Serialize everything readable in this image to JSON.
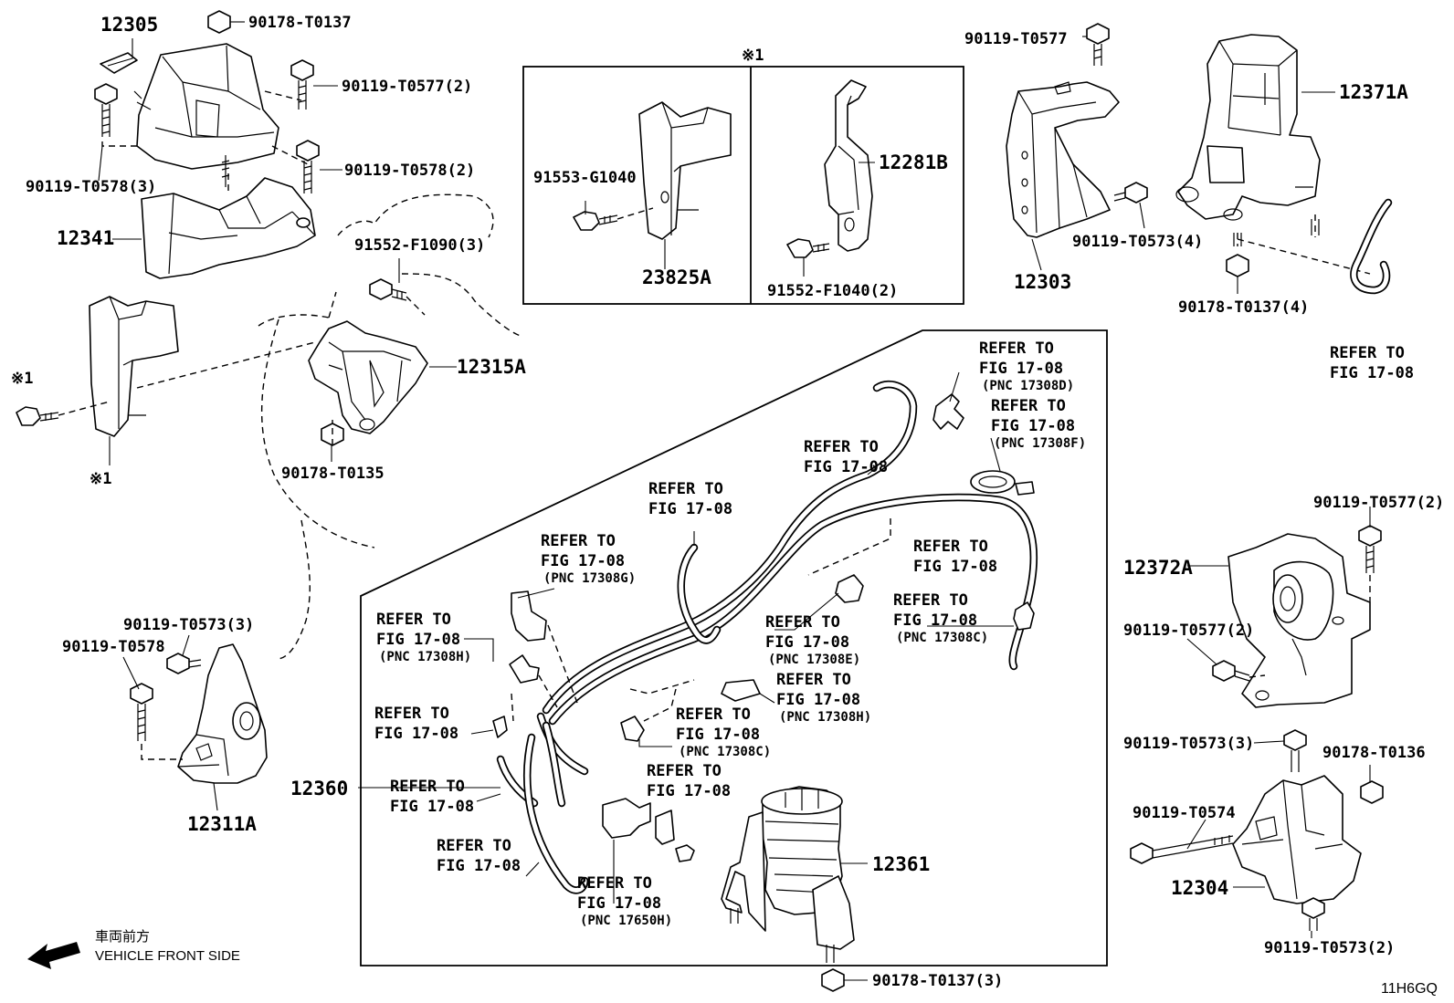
{
  "labels": {
    "p12305": "12305",
    "p90178_T0137_a": "90178-T0137",
    "p90119_T0577_2a": "90119-T0577(2)",
    "p90119_T0578_2": "90119-T0578(2)",
    "p90119_T0578_3": "90119-T0578(3)",
    "p12341": "12341",
    "p91552_F1090_3": "91552-F1090(3)",
    "p12315A": "12315A",
    "p90178_T0135": "90178-T0135",
    "note1_a": "※1",
    "note1_b": "※1",
    "note1_c": "※1",
    "p90119_T0573_3a": "90119-T0573(3)",
    "p90119_T0578": "90119-T0578",
    "p12311A": "12311A",
    "p91553_G1040": "91553-G1040",
    "p23825A": "23825A",
    "p12281B": "12281B",
    "p91552_F1040_2": "91552-F1040(2)",
    "p90119_T0577_a": "90119-T0577",
    "p12303": "12303",
    "p90119_T0573_4": "90119-T0573(4)",
    "p12371A": "12371A",
    "p90178_T0137_4": "90178-T0137(4)",
    "p90119_T0577_2b": "90119-T0577(2)",
    "p12372A": "12372A",
    "p90119_T0577_2c": "90119-T0577(2)",
    "p90119_T0573_3b": "90119-T0573(3)",
    "p90178_T0136": "90178-T0136",
    "p90119_T0574": "90119-T0574",
    "p12304": "12304",
    "p90119_T0573_2": "90119-T0573(2)",
    "p12360": "12360",
    "p12361": "12361",
    "p90178_T0137_3": "90178-T0137(3)"
  },
  "refer_to": "REFER TO",
  "fig": "FIG 17-08",
  "refs": [
    {
      "pnc": ""
    },
    {
      "pnc": "(PNC 17308D)"
    },
    {
      "pnc": "(PNC 17308F)"
    },
    {
      "pnc": ""
    },
    {
      "pnc": ""
    },
    {
      "pnc": "(PNC 17308G)"
    },
    {
      "pnc": ""
    },
    {
      "pnc": "(PNC 17308C)"
    },
    {
      "pnc": "(PNC 17308H)"
    },
    {
      "pnc": "(PNC 17308E)"
    },
    {
      "pnc": "(PNC 17308H)"
    },
    {
      "pnc": ""
    },
    {
      "pnc": "(PNC 17308C)"
    },
    {
      "pnc": ""
    },
    {
      "pnc": ""
    },
    {
      "pnc": ""
    },
    {
      "pnc": "(PNC 17650H)"
    }
  ],
  "legend": {
    "japanese": "車両前方",
    "english": "VEHICLE FRONT SIDE"
  },
  "diagram_code": "11H6GQ"
}
